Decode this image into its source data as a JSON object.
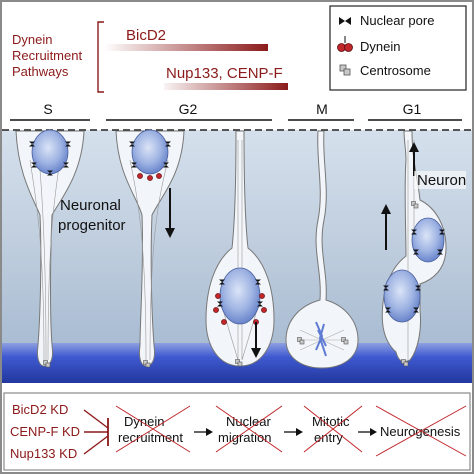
{
  "pathways": {
    "heading": [
      "Dynein",
      "Recruitment",
      "Pathways"
    ],
    "upper": "BicD2",
    "lower": "Nup133, CENP-F"
  },
  "legend": {
    "items": [
      {
        "icon": "nuclear-pore-icon",
        "label": "Nuclear pore"
      },
      {
        "icon": "dynein-icon",
        "label": "Dynein"
      },
      {
        "icon": "centrosome-icon",
        "label": "Centrosome"
      }
    ]
  },
  "phases": [
    "S",
    "G2",
    "M",
    "G1"
  ],
  "cell_labels": {
    "progenitor": [
      "Neuronal",
      "progenitor"
    ],
    "neuron": "Neuron"
  },
  "bottom": {
    "knockdowns": [
      "BicD2 KD",
      "CENP-F KD",
      "Nup133 KD"
    ],
    "steps": [
      [
        "Dynein",
        "recruitment"
      ],
      [
        "Nuclear",
        "migration"
      ],
      [
        "Mitotic",
        "entry"
      ],
      [
        "Neurogenesis"
      ]
    ]
  },
  "colors": {
    "dark_red": "#8b1a1a",
    "tissue": "#bfcfe0",
    "apical": "#3d59c4",
    "nucleus": "#8fa8dc",
    "frame": "#8a8a8a"
  }
}
